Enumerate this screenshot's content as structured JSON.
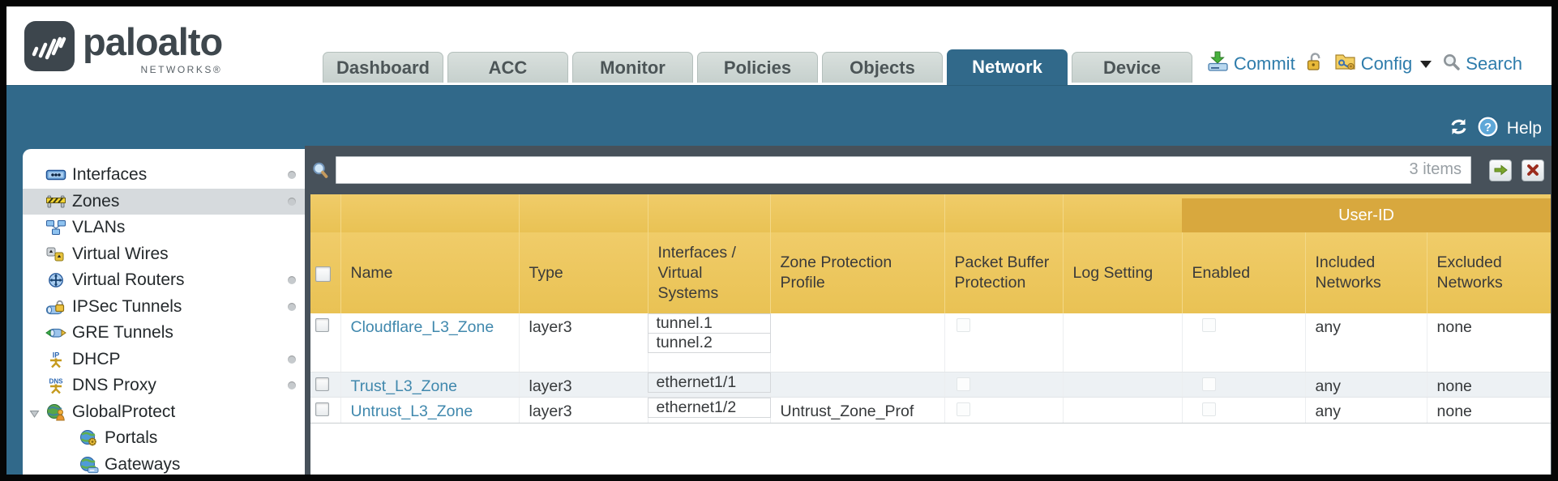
{
  "brand": {
    "name": "paloalto",
    "sub": "NETWORKS®"
  },
  "tabs": [
    {
      "label": "Dashboard",
      "active": false
    },
    {
      "label": "ACC",
      "active": false
    },
    {
      "label": "Monitor",
      "active": false
    },
    {
      "label": "Policies",
      "active": false
    },
    {
      "label": "Objects",
      "active": false
    },
    {
      "label": "Network",
      "active": true
    },
    {
      "label": "Device",
      "active": false
    }
  ],
  "utilities": {
    "commit": "Commit",
    "config": "Config",
    "search": "Search"
  },
  "band": {
    "help": "Help"
  },
  "sidebar": {
    "items": [
      {
        "label": "Interfaces",
        "icon": "interfaces-icon",
        "dot": true
      },
      {
        "label": "Zones",
        "icon": "zones-icon",
        "dot": true,
        "selected": true
      },
      {
        "label": "VLANs",
        "icon": "vlans-icon"
      },
      {
        "label": "Virtual Wires",
        "icon": "virtual-wires-icon"
      },
      {
        "label": "Virtual Routers",
        "icon": "virtual-routers-icon",
        "dot": true
      },
      {
        "label": "IPSec Tunnels",
        "icon": "ipsec-tunnels-icon",
        "dot": true
      },
      {
        "label": "GRE Tunnels",
        "icon": "gre-tunnels-icon"
      },
      {
        "label": "DHCP",
        "icon": "dhcp-icon",
        "dot": true
      },
      {
        "label": "DNS Proxy",
        "icon": "dns-proxy-icon",
        "dot": true
      },
      {
        "label": "GlobalProtect",
        "icon": "globalprotect-icon",
        "expanded": true
      },
      {
        "label": "Portals",
        "icon": "portals-icon",
        "child": true
      },
      {
        "label": "Gateways",
        "icon": "gateways-icon",
        "child": true
      }
    ]
  },
  "filter": {
    "value": "",
    "placeholder": "",
    "count_label": "3 items"
  },
  "table": {
    "group_header": "User-ID",
    "columns": [
      "Name",
      "Type",
      "Interfaces / Virtual Systems",
      "Zone Protection Profile",
      "Packet Buffer Protection",
      "Log Setting",
      "Enabled",
      "Included Networks",
      "Excluded Networks"
    ],
    "rows": [
      {
        "name": "Cloudflare_L3_Zone",
        "type": "layer3",
        "interfaces": [
          "tunnel.1",
          "tunnel.2"
        ],
        "zone_protection_profile": "",
        "packet_buffer_protection": false,
        "log_setting": "",
        "user_id_enabled": false,
        "included_networks": "any",
        "excluded_networks": "none"
      },
      {
        "name": "Trust_L3_Zone",
        "type": "layer3",
        "interfaces": [
          "ethernet1/1"
        ],
        "zone_protection_profile": "",
        "packet_buffer_protection": false,
        "log_setting": "",
        "user_id_enabled": false,
        "included_networks": "any",
        "excluded_networks": "none"
      },
      {
        "name": "Untrust_L3_Zone",
        "type": "layer3",
        "interfaces": [
          "ethernet1/2"
        ],
        "zone_protection_profile": "Untrust_Zone_Prof",
        "packet_buffer_protection": false,
        "log_setting": "",
        "user_id_enabled": false,
        "included_networks": "any",
        "excluded_networks": "none"
      }
    ]
  },
  "colors": {
    "teal": "#31698a",
    "amber": "#edc75f",
    "amber_dark": "#d8a83e",
    "slate": "#47515a",
    "link": "#4088ad",
    "selected_row": "#edf1f4"
  }
}
